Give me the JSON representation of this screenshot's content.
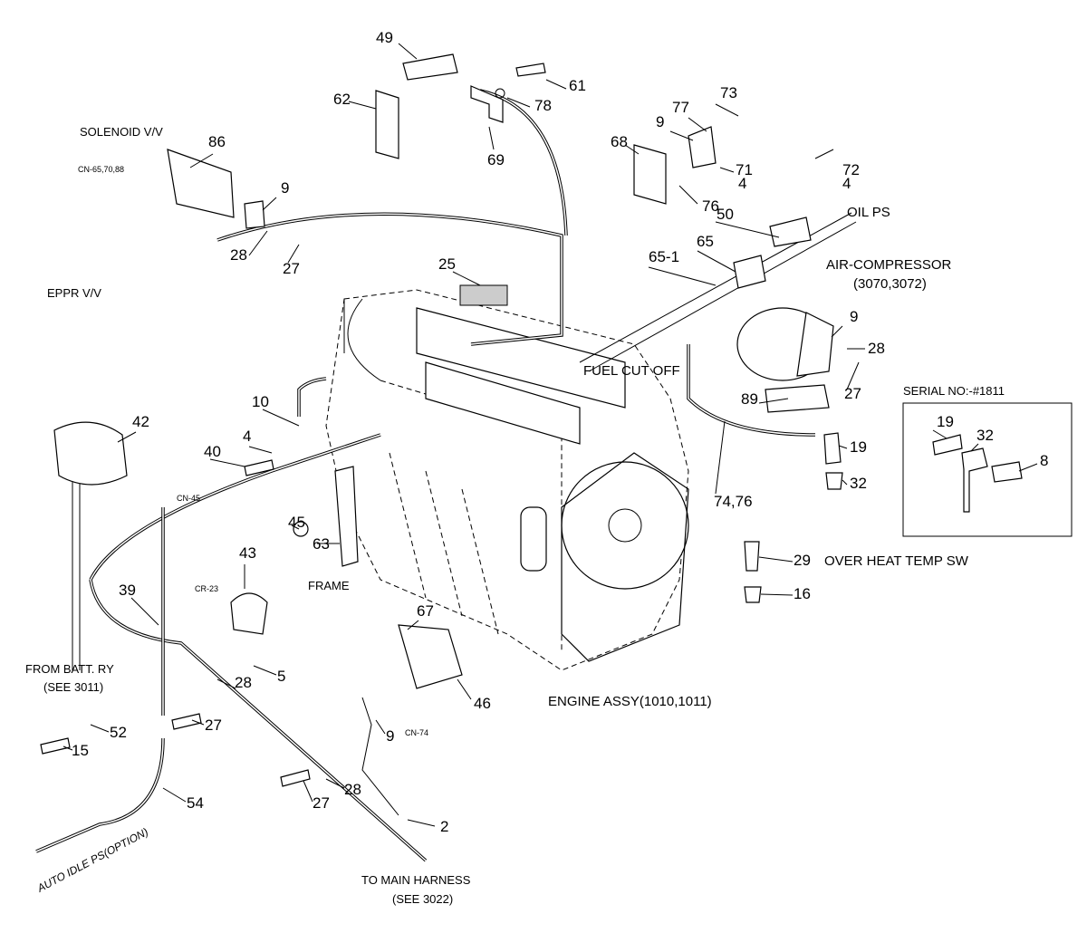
{
  "parts": {
    "p49": "49",
    "p61": "61",
    "p78": "78",
    "p62": "62",
    "p69": "69",
    "p73": "73",
    "p77": "77",
    "p9a": "9",
    "p68": "68",
    "p71": "71",
    "p4a": "4",
    "p72": "72",
    "p4b": "4",
    "p76": "76",
    "p86": "86",
    "p9b": "9",
    "p28a": "28",
    "p27a": "27",
    "p50": "50",
    "p65": "65",
    "p65_1": "65-1",
    "p25": "25",
    "p9c": "9",
    "p28b": "28",
    "p27b": "27",
    "p89": "89",
    "p10": "10",
    "p42": "42",
    "p4c": "4",
    "p19a": "19",
    "p19b": "19",
    "p32a": "32",
    "p32b": "32",
    "p8": "8",
    "p40": "40",
    "p7476": "74,76",
    "p45": "45",
    "p63": "63",
    "p43": "43",
    "p29": "29",
    "p16": "16",
    "p39": "39",
    "p67": "67",
    "p5": "5",
    "p28c": "28",
    "p46": "46",
    "p27c": "27",
    "p52": "52",
    "p9d": "9",
    "p15": "15",
    "p28d": "28",
    "p27d": "27",
    "p54": "54",
    "p2": "2"
  },
  "labels": {
    "solenoid": "SOLENOID V/V",
    "cn_65": "CN-65,70,88",
    "oil_ps": "OIL PS",
    "air_comp": "AIR-COMPRESSOR",
    "air_comp_ref": "(3070,3072)",
    "eppr": "EPPR V/V",
    "fuel_cut": "FUEL CUT OFF",
    "serial": "SERIAL NO:-#1811",
    "cn_45": "CN-45",
    "frame": "FRAME",
    "over_heat": "OVER HEAT TEMP SW",
    "cr_23": "CR-23",
    "from_batt": "FROM BATT. RY",
    "from_batt_ref": "(SEE 3011)",
    "engine": "ENGINE ASSY(1010,1011)",
    "cn_74": "CN-74",
    "main_harness": "TO MAIN HARNESS",
    "main_harness_ref": "(SEE 3022)",
    "auto_idle": "AUTO IDLE PS(OPTION)"
  }
}
